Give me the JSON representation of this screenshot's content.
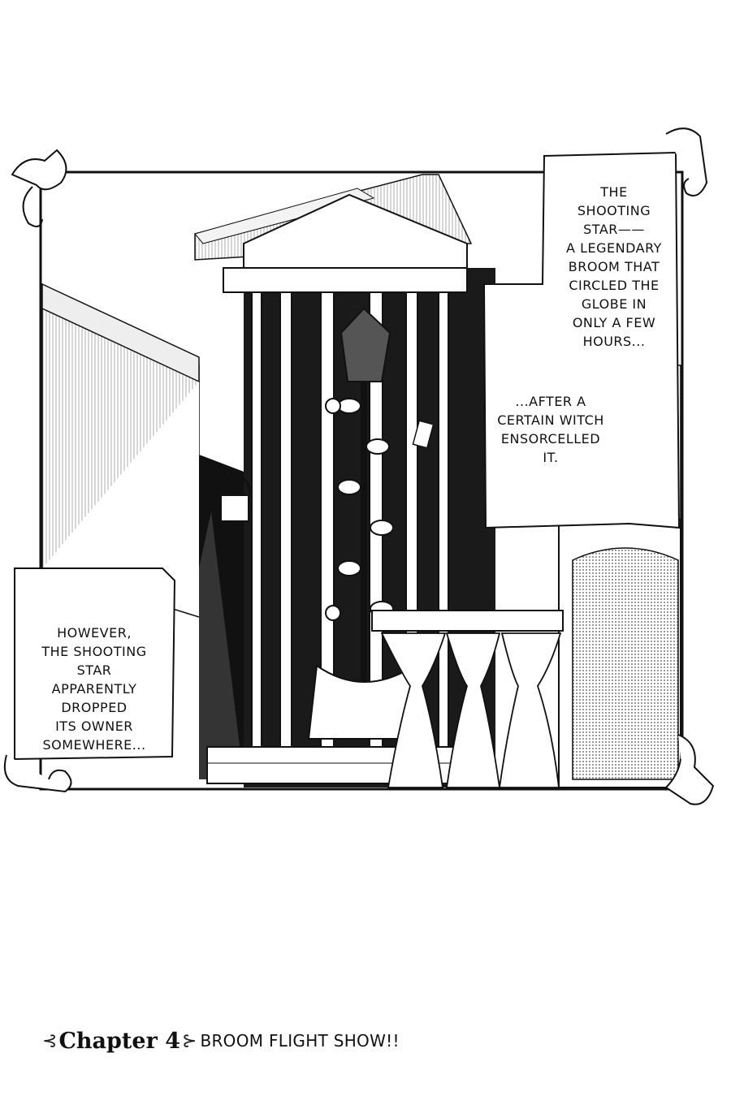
{
  "captions": {
    "shooting_star": "THE\nSHOOTING\nSTAR——\nA LEGENDARY\nBROOM THAT\nCIRCLED THE\nGLOBE IN\nONLY A FEW\nHOURS...",
    "after_witch": "...AFTER A\nCERTAIN WITCH\nENSORCELLED\nIT.",
    "however": "HOWEVER,\nTHE SHOOTING\nSTAR\nAPPARENTLY\nDROPPED\nITS OWNER\nSOMEWHERE..."
  },
  "chapter": {
    "ornament_left": "⊰",
    "label": "Chapter 4",
    "ornament_right": "⊱",
    "title": "BROOM FLIGHT SHOW!!"
  }
}
